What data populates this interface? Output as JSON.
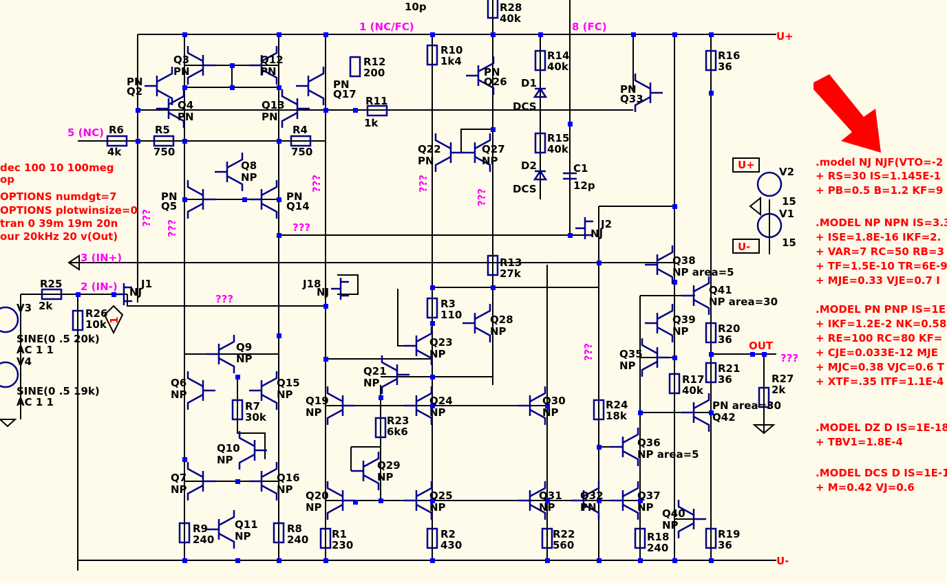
{
  "colors": {
    "background": "#fffbeb",
    "wire": "#000000",
    "component": "#00008b",
    "junction": "#0000ff",
    "net_label": "#ff00ff",
    "directive": "#ff0000",
    "arrow": "#ff0000"
  },
  "nets": {
    "n1": "1 (NC/FC)",
    "n8": "8 (FC)",
    "n5": "5 (NC)",
    "n3": "3 (IN+)",
    "n2": "2 (IN-)",
    "unknown": "???"
  },
  "rails": {
    "uplus": "U+",
    "uminus": "U-",
    "out": "OUT"
  },
  "top": {
    "cap_value": "10p"
  },
  "resistors": {
    "R1": [
      "R1",
      "230"
    ],
    "R2": [
      "R2",
      "430"
    ],
    "R3": [
      "R3",
      "110"
    ],
    "R4": [
      "R4",
      "750"
    ],
    "R5": [
      "R5",
      "750"
    ],
    "R6": [
      "R6",
      "4k"
    ],
    "R7": [
      "R7",
      "30k"
    ],
    "R8": [
      "R8",
      "240"
    ],
    "R9": [
      "R9",
      "240"
    ],
    "R10": [
      "R10",
      "1k4"
    ],
    "R11": [
      "R11",
      "1k"
    ],
    "R12": [
      "R12",
      "200"
    ],
    "R13": [
      "R13",
      "27k"
    ],
    "R14": [
      "R14",
      "40k"
    ],
    "R15": [
      "R15",
      "40k"
    ],
    "R16": [
      "R16",
      "36"
    ],
    "R17": [
      "R17",
      "40k"
    ],
    "R18": [
      "R18",
      "240"
    ],
    "R19": [
      "R19",
      "36"
    ],
    "R20": [
      "R20",
      "36"
    ],
    "R21": [
      "R21",
      "36"
    ],
    "R22": [
      "R22",
      "560"
    ],
    "R23": [
      "R23",
      "6k6"
    ],
    "R24": [
      "R24",
      "18k"
    ],
    "R25": [
      "R25",
      "2k"
    ],
    "R26": [
      "R26",
      "10k"
    ],
    "R27": [
      "R27",
      "2k"
    ],
    "R28": [
      "R28",
      "40k"
    ]
  },
  "transistors": {
    "Q2": [
      "Q2",
      "PN"
    ],
    "Q3": [
      "Q3",
      "PN"
    ],
    "Q4": [
      "Q4",
      "PN"
    ],
    "Q5": [
      "Q5",
      "PN"
    ],
    "Q6": [
      "Q6",
      "NP"
    ],
    "Q7": [
      "Q7",
      "NP"
    ],
    "Q8": [
      "Q8",
      "NP"
    ],
    "Q9": [
      "Q9",
      "NP"
    ],
    "Q10": [
      "Q10",
      "NP"
    ],
    "Q11": [
      "Q11",
      "NP"
    ],
    "Q12": [
      "Q12",
      "PN"
    ],
    "Q13": [
      "Q13",
      "PN"
    ],
    "Q14": [
      "Q14",
      "PN"
    ],
    "Q15": [
      "Q15",
      "NP"
    ],
    "Q16": [
      "Q16",
      "NP"
    ],
    "Q17": [
      "Q17",
      "PN"
    ],
    "Q19": [
      "Q19",
      "NP"
    ],
    "Q20": [
      "Q20",
      "NP"
    ],
    "Q21": [
      "Q21",
      "NP"
    ],
    "Q22": [
      "Q22",
      "PN"
    ],
    "Q23": [
      "Q23",
      "NP"
    ],
    "Q24": [
      "Q24",
      "NP"
    ],
    "Q25": [
      "Q25",
      "NP"
    ],
    "Q26": [
      "Q26",
      "PN"
    ],
    "Q27": [
      "Q27",
      "NP"
    ],
    "Q28": [
      "Q28",
      "NP"
    ],
    "Q29": [
      "Q29",
      "NP"
    ],
    "Q30": [
      "Q30",
      "NP"
    ],
    "Q31": [
      "Q31",
      "NP"
    ],
    "Q32": [
      "Q32",
      "PN"
    ],
    "Q33": [
      "Q33",
      "PN"
    ],
    "Q35": [
      "Q35",
      "NP"
    ],
    "Q36": [
      "Q36",
      "NP area=5"
    ],
    "Q37": [
      "Q37",
      "NP"
    ],
    "Q38": [
      "Q38",
      "NP  area=5"
    ],
    "Q39": [
      "Q39",
      "NP"
    ],
    "Q40": [
      "Q40",
      "NP"
    ],
    "Q41": [
      "Q41",
      "NP area=30"
    ],
    "Q42": [
      "Q42",
      "PN  area=30"
    ]
  },
  "jfets": {
    "J1": [
      "J1",
      "NJ"
    ],
    "J2": [
      "J2",
      "NJ"
    ],
    "J18": [
      "J18",
      "NJ"
    ]
  },
  "diodes": {
    "D1": [
      "D1",
      "DCS"
    ],
    "D2": [
      "D2",
      "DCS"
    ]
  },
  "capacitors": {
    "C1": [
      "C1",
      "12p"
    ]
  },
  "sources": {
    "V1": [
      "V1",
      "15"
    ],
    "V2": [
      "V2",
      "15"
    ],
    "V3": [
      "V3",
      "SINE(0 .5 20k)",
      "AC 1 1"
    ],
    "V4": [
      "V4",
      "SINE(0 .5 19k)",
      "AC 1 1"
    ],
    "probe": "1"
  },
  "directives_left": [
    " dec 100 10 100meg",
    "op",
    "OPTIONS numdgt=7",
    "OPTIONS plotwinsize=0",
    "tran 0 39m 19m 20n",
    "our 20kHz 20 v(Out)"
  ],
  "models": [
    ".model  NJ NJF(VTO=-2",
    "+ RS=30 IS=1.145E-1",
    "+ PB=0.5 B=1.2 KF=9",
    ".MODEL NP NPN IS=3.3",
    "+ ISE=1.8E-16 IKF=2.",
    "+ VAR=7 RC=50 RB=3",
    "+ TF=1.5E-10 TR=6E-9",
    "+ MJE=0.33 VJE=0.7 I",
    ".MODEL PN PNP IS=1E",
    "+ IKF=1.2E-2 NK=0.58",
    "+ RE=100 RC=80 KF=",
    "+ CJE=0.033E-12 MJE",
    "+ MJC=0.38 VJC=0.6 T",
    "+ XTF=.35 ITF=1.1E-4",
    ".MODEL DZ D IS=1E-18",
    "+ TBV1=1.8E-4",
    ".MODEL DCS D IS=1E-1",
    "+ M=0.42 VJ=0.6"
  ]
}
